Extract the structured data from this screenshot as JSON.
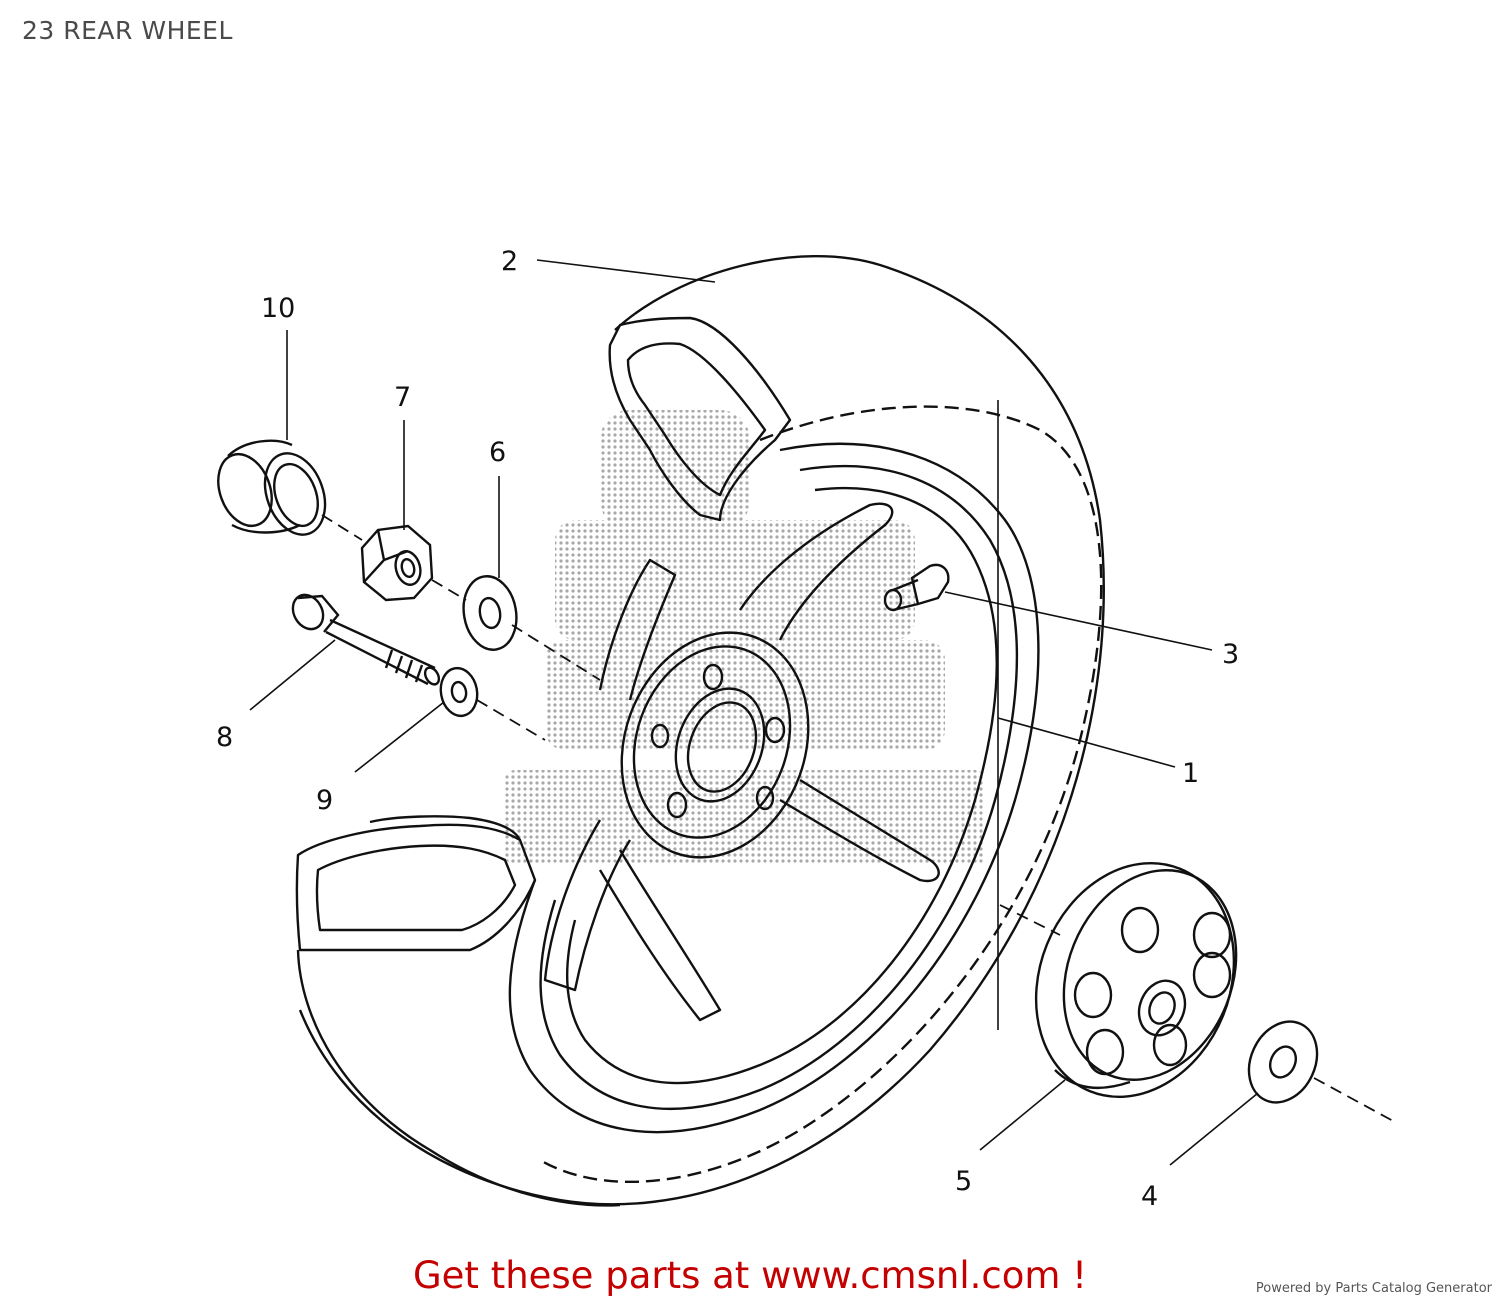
{
  "diagram_title": "23 REAR WHEEL",
  "callouts": [
    "1",
    "2",
    "3",
    "4",
    "5",
    "6",
    "7",
    "8",
    "9",
    "10"
  ],
  "footer": {
    "cta_text": "Get these parts at www.cmsnl.com !",
    "credit_text": "Powered by Parts Catalog Generator"
  },
  "colors": {
    "ink": "#111111",
    "cta": "#c40000",
    "watermark": "#9a9a9a"
  }
}
